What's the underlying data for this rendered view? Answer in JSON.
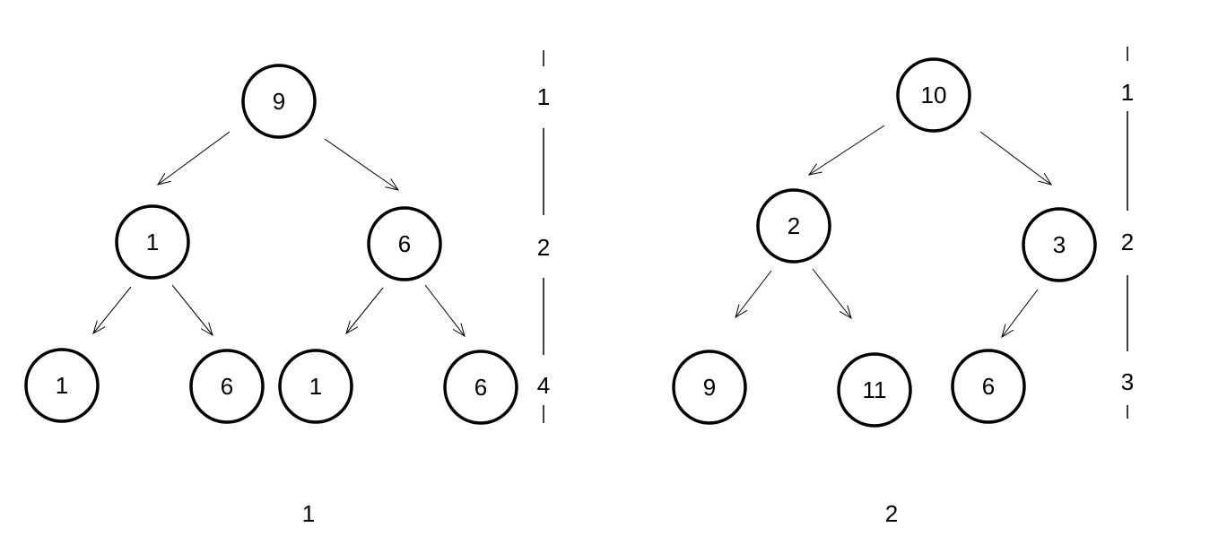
{
  "trees": [
    {
      "caption": "1",
      "nodes": [
        {
          "id": "a-root",
          "value": "9"
        },
        {
          "id": "a-l",
          "value": "1"
        },
        {
          "id": "a-r",
          "value": "6"
        },
        {
          "id": "a-ll",
          "value": "1"
        },
        {
          "id": "a-lr",
          "value": "6"
        },
        {
          "id": "a-rl",
          "value": "1"
        },
        {
          "id": "a-rr",
          "value": "6"
        }
      ],
      "edges": [
        [
          "a-root",
          "a-l"
        ],
        [
          "a-root",
          "a-r"
        ],
        [
          "a-l",
          "a-ll"
        ],
        [
          "a-l",
          "a-lr"
        ],
        [
          "a-r",
          "a-rl"
        ],
        [
          "a-r",
          "a-rr"
        ]
      ],
      "level_labels": [
        "1",
        "2",
        "4"
      ]
    },
    {
      "caption": "2",
      "nodes": [
        {
          "id": "b-root",
          "value": "10"
        },
        {
          "id": "b-l",
          "value": "2"
        },
        {
          "id": "b-r",
          "value": "3"
        },
        {
          "id": "b-ll",
          "value": "9"
        },
        {
          "id": "b-lr",
          "value": "11"
        },
        {
          "id": "b-rl",
          "value": "6"
        }
      ],
      "edges": [
        [
          "b-root",
          "b-l"
        ],
        [
          "b-root",
          "b-r"
        ],
        [
          "b-l",
          "b-ll"
        ],
        [
          "b-l",
          "b-lr"
        ],
        [
          "b-r",
          "b-rl"
        ]
      ],
      "level_labels": [
        "1",
        "2",
        "3"
      ]
    }
  ]
}
